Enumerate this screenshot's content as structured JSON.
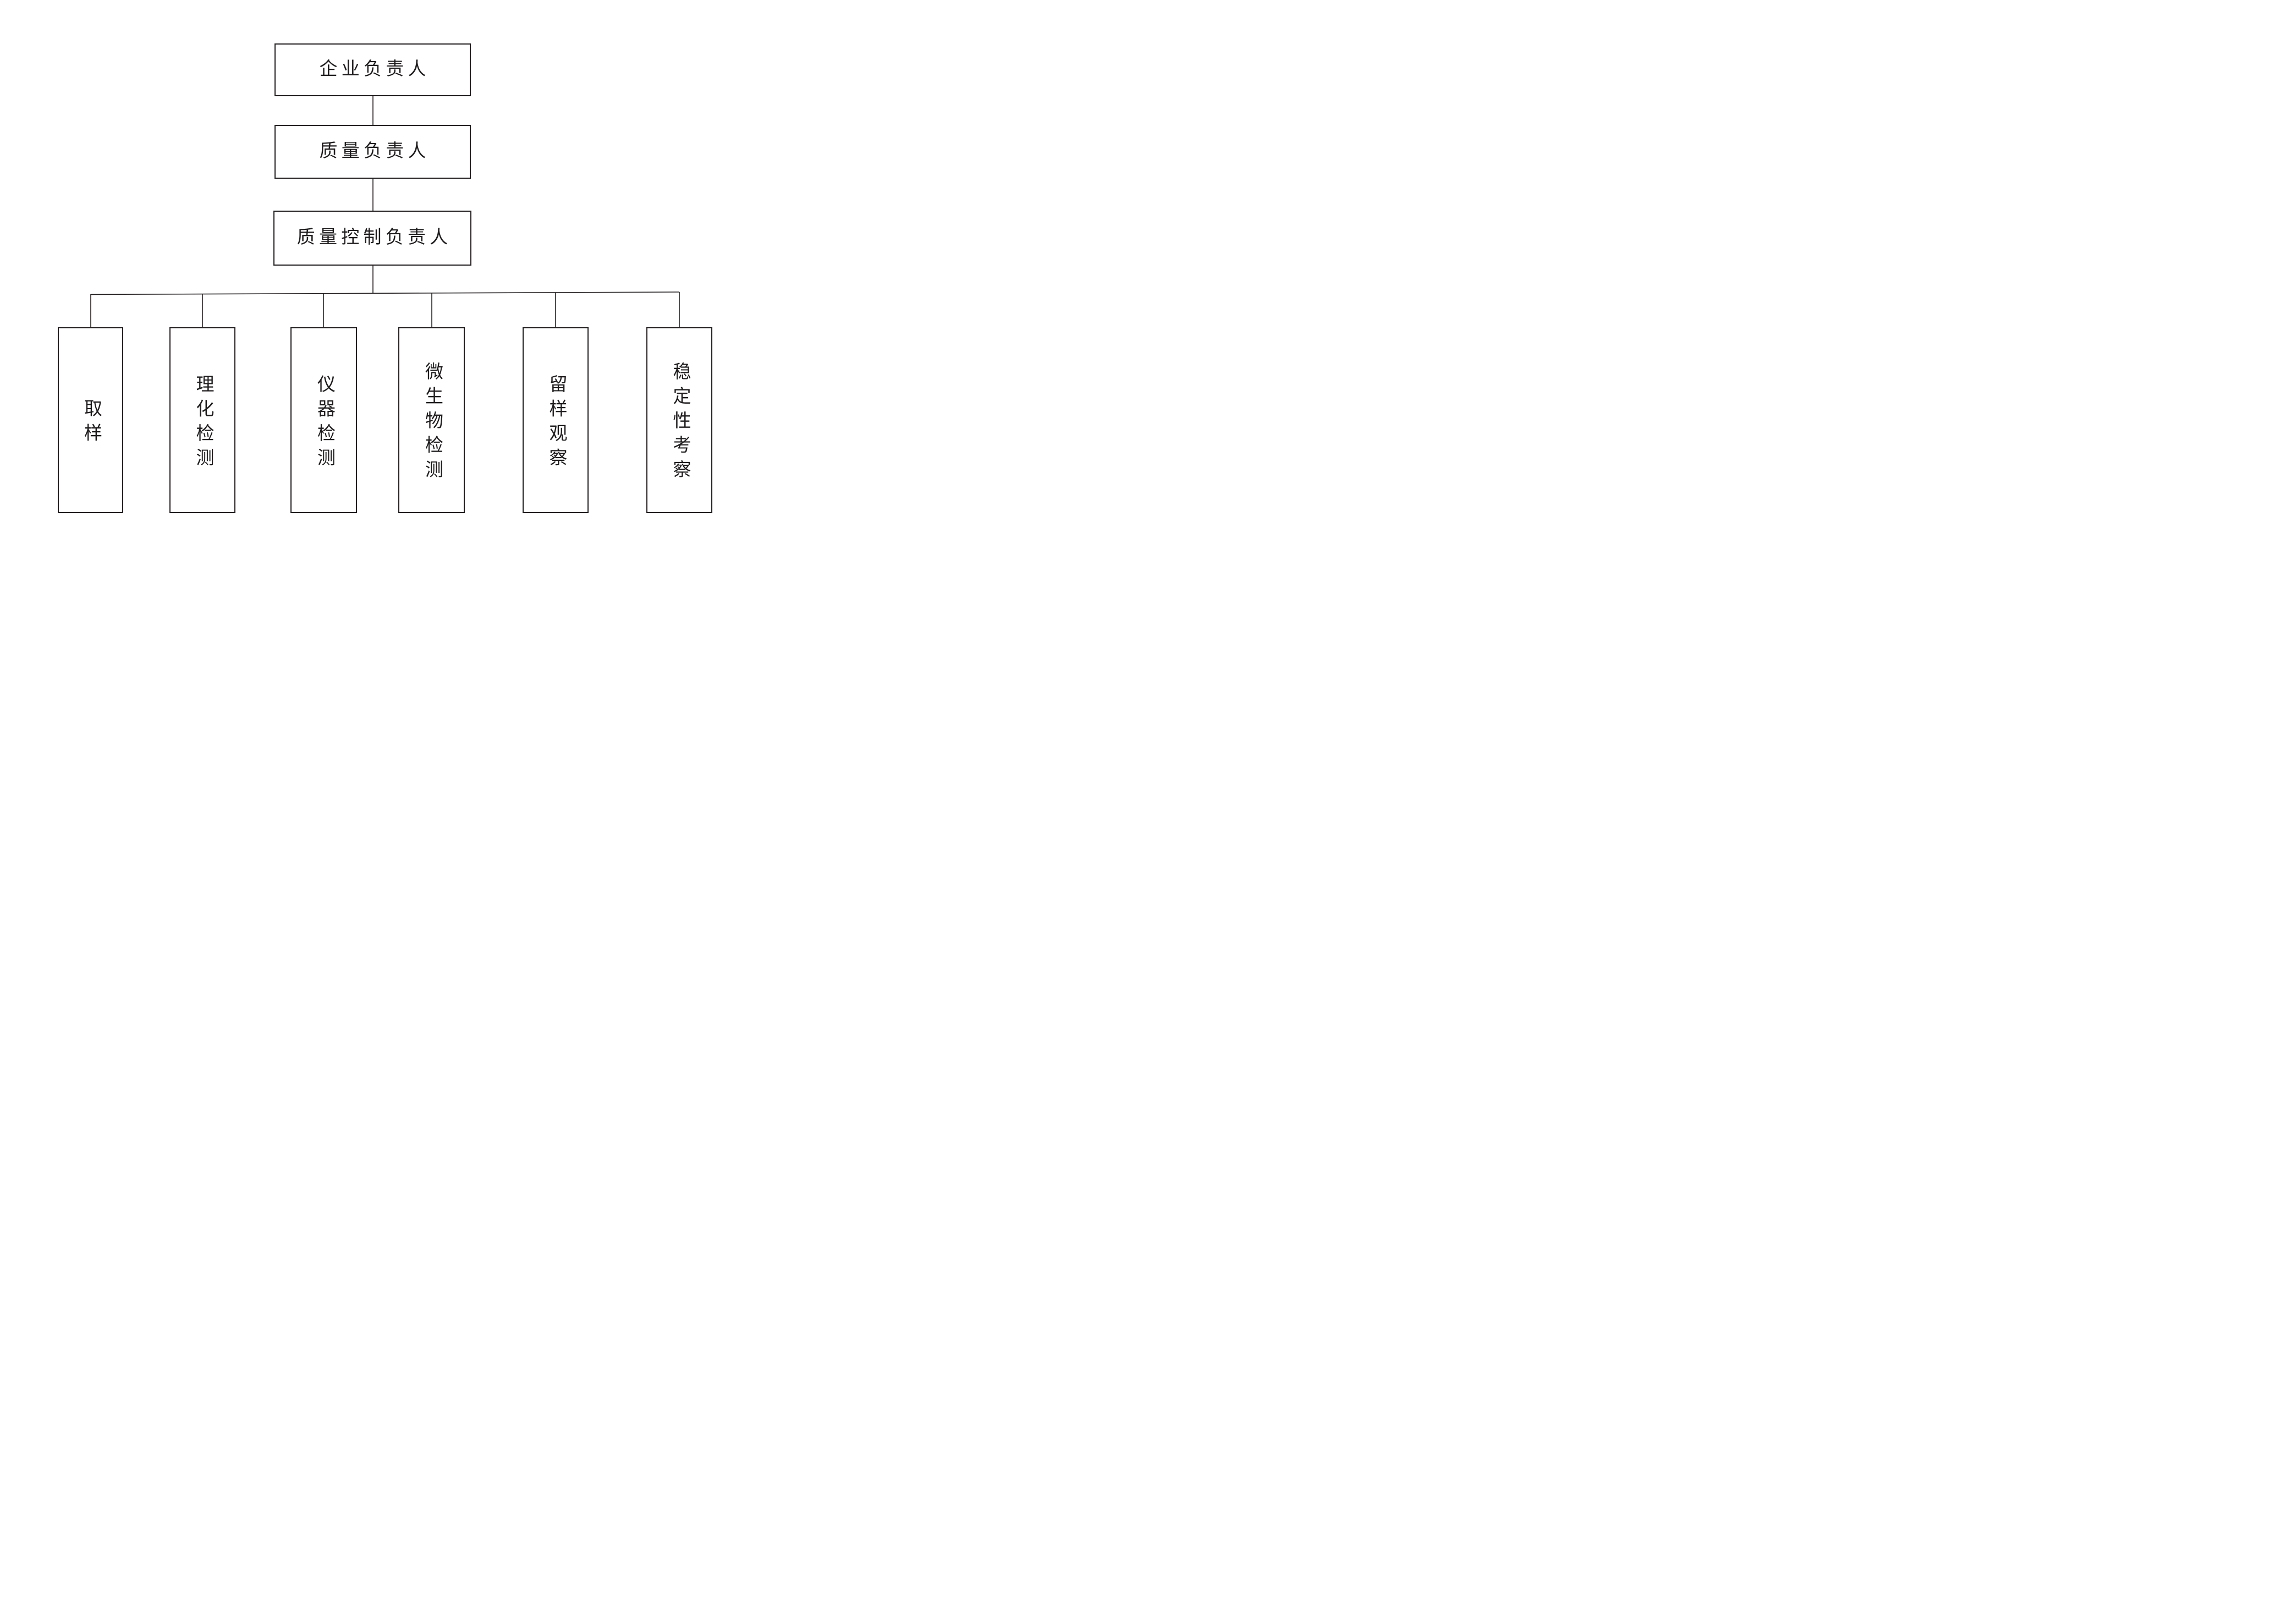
{
  "diagram": {
    "line_color": "#231f20",
    "nodes": {
      "level1": "企业负责人",
      "level2": "质量负责人",
      "level3": "质量控制负责人"
    },
    "departments": [
      "取样",
      "理化检测",
      "仪器检测",
      "微生物检测",
      "留样观察",
      "稳定性考察"
    ]
  }
}
